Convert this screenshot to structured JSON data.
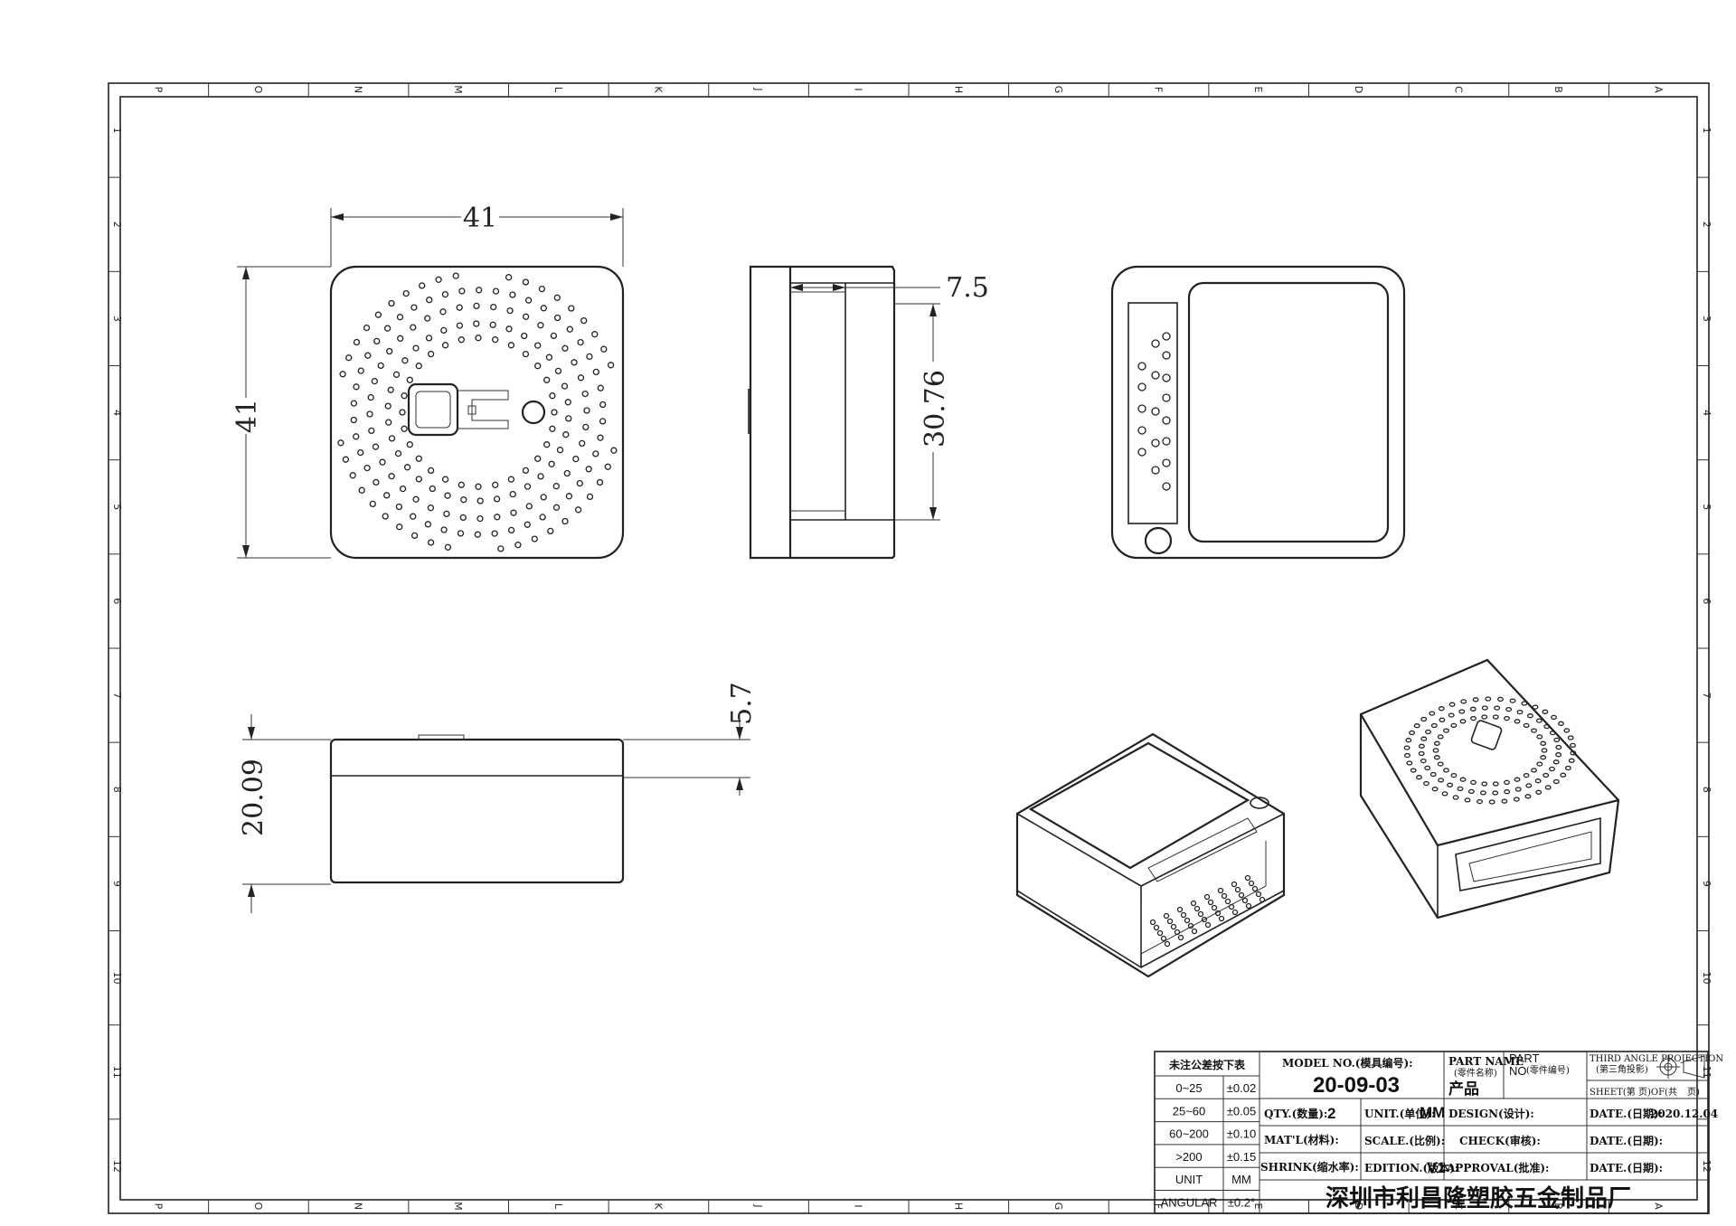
{
  "frame": {
    "zone_letters": [
      "P",
      "O",
      "N",
      "M",
      "L",
      "K",
      "J",
      "I",
      "H",
      "G",
      "F",
      "E",
      "D",
      "C",
      "B",
      "A"
    ],
    "zone_numbers": [
      "1",
      "2",
      "3",
      "4",
      "5",
      "6",
      "7",
      "8",
      "9",
      "10",
      "11",
      "12"
    ]
  },
  "views": {
    "front": {
      "width_label": "41",
      "height_label": "41"
    },
    "side": {
      "depth_label": "7.5",
      "inner_height_label": "30.76"
    },
    "bottom": {
      "height_label": "20.09",
      "lip_label": "5.7"
    }
  },
  "title_block": {
    "tolerance_header": "未注公差按下表",
    "tolerances": [
      {
        "range": "0~25",
        "value": "±0.02"
      },
      {
        "range": "25~60",
        "value": "±0.05"
      },
      {
        "range": "60~200",
        "value": "±0.10"
      },
      {
        "range": ">200",
        "value": "±0.15"
      },
      {
        "range": "UNIT",
        "value": "MM"
      },
      {
        "range": "ANGULAR",
        "value": "±0.2°"
      }
    ],
    "model_no_label": "MODEL NO.(模具编号):",
    "model_no": "20-09-03",
    "part_name_label": "PART NAME",
    "part_name_sub": "(零件名称)",
    "part_name": "产品",
    "part_no_label": "PART",
    "part_no_label2": "NO",
    "part_no_sub": "(零件编号)",
    "projection_label": "THIRD ANGLE PROJECTION",
    "projection_sub": "(第三角投影)",
    "sheet_label": "SHEET(第",
    "sheet_of": "页)OF(共",
    "sheet_end": "页)",
    "qty_label": "QTY.(数量):",
    "qty": "2",
    "unit_label": "UNIT.(单位):",
    "unit": "MM",
    "design_label": "DESIGN(设计):",
    "date1_label": "DATE.(日期):",
    "date1": "2020.12.04",
    "material_label": "MAT'L(材料):",
    "scale_label": "SCALE.(比例):",
    "check_label": "CHECK(审核):",
    "date2_label": "DATE.(日期):",
    "shrink_label": "SHRINK(缩水率):",
    "edition_label": "EDITION.(版本):",
    "edition": "V1",
    "approval_label": "APPROVAL(批准):",
    "date3_label": "DATE.(日期):",
    "company": "深圳市利昌隆塑胶五金制品厂"
  }
}
